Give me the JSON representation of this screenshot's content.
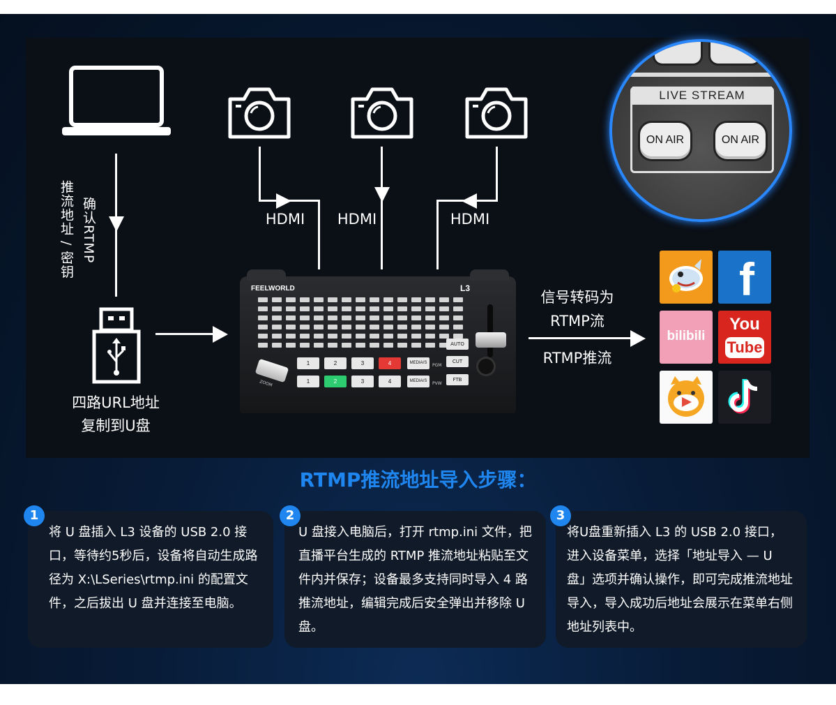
{
  "diagram": {
    "left_vertical_label": "确认RTMP",
    "left_vertical_label2": "推流地址 / 密钥",
    "usb_caption_line1": "四路URL地址",
    "usb_caption_line2": "复制到U盘",
    "hdmi_labels": [
      "HDMI",
      "HDMI",
      "HDMI"
    ],
    "transcode_line1": "信号转码为",
    "transcode_line2": "RTMP流",
    "push_label": "RTMP推流",
    "device_brand": "FEELWORLD",
    "device_model": "L3",
    "device_buttons": {
      "auto": "AUTO",
      "cut": "CUT",
      "ftb": "FTB",
      "media": "MEDIA/S",
      "pgm": "PGM",
      "pvw": "PVW",
      "zoom": "ZOOM",
      "row_nums": [
        "1",
        "2",
        "3",
        "4"
      ]
    },
    "zoom_panel": {
      "title": "LIVE STREAM",
      "buttons": [
        "ON AIR",
        "ON AIR"
      ]
    },
    "platform_icons": [
      "pokemon-shark-icon",
      "facebook-icon",
      "bilibili-icon",
      "youtube-icon",
      "tiger-live-icon",
      "tiktok-icon"
    ],
    "platform_text": {
      "bilibili": "bilibili",
      "youtube_top": "You",
      "youtube_bottom": "Tube",
      "facebook": "f"
    }
  },
  "section_title": "RTMP推流地址导入步骤：",
  "steps": [
    {
      "number": "1",
      "text": "将 U 盘插入 L3 设备的 USB 2.0 接口，等待约5秒后，设备将自动生成路径为 X:\\LSeries\\rtmp.ini 的配置文件，之后拔出 U 盘并连接至电脑。"
    },
    {
      "number": "2",
      "text": "U 盘接入电脑后，打开 rtmp.ini 文件，把直播平台生成的 RTMP 推流地址粘贴至文件内并保存；设备最多支持同时导入 4 路推流地址，编辑完成后安全弹出并移除 U 盘。"
    },
    {
      "number": "3",
      "text": "将U盘重新插入 L3 的 USB 2.0 接口，进入设备菜单，选择「地址导入 — U 盘」选项并确认操作，即可完成推流地址导入，导入成功后地址会展示在菜单右侧地址列表中。"
    }
  ],
  "colors": {
    "accent": "#1f86f0",
    "background": "#081c38",
    "card": "#101a28"
  }
}
